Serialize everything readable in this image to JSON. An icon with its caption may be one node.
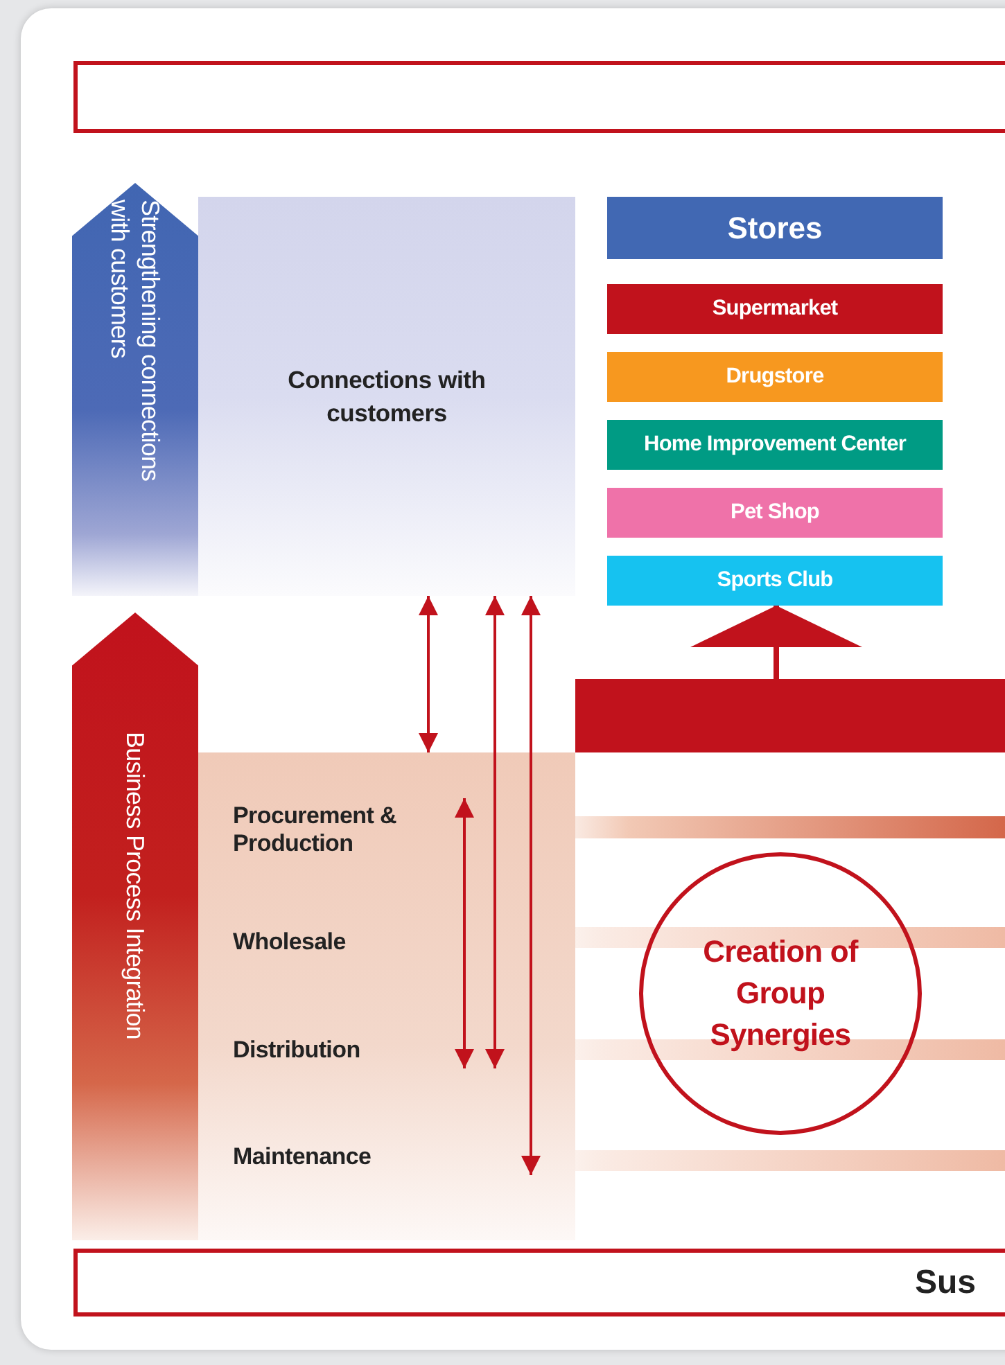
{
  "diagram": {
    "nodes": [
      {
        "text": [],
        "shape": "box"
      },
      {
        "text": [
          "Strengthening connections with customers"
        ]
      },
      {
        "text": [
          "Connections with customers"
        ]
      },
      {
        "text": [
          "Stores"
        ]
      },
      {
        "text": [
          "Supermarket"
        ]
      },
      {
        "text": [
          "Drugstore"
        ]
      },
      {
        "text": [
          "Home Improvement Center"
        ]
      },
      {
        "text": [
          "Pet Shop"
        ]
      },
      {
        "text": [
          "Sports Club"
        ]
      },
      {
        "text": [
          "Business Process Integration"
        ]
      },
      {
        "text": [],
        "shape": "box"
      },
      {
        "text": [
          "Procurement & Production"
        ],
        "in": 10
      },
      {
        "text": [
          "Wholesale"
        ],
        "in": 10
      },
      {
        "text": [
          "Distribution"
        ],
        "in": 10
      },
      {
        "text": [
          "Maintenance"
        ],
        "in": 10
      },
      {
        "text": [],
        "shape": "bar"
      },
      {
        "text": [
          "Creation of Group Synergies"
        ]
      },
      {
        "text": [
          "Sus"
        ]
      }
    ],
    "edges": [
      {
        "from": 2,
        "to": 10,
        "arrow": "both"
      },
      {
        "from": 2,
        "to": 10,
        "arrow": "both"
      },
      {
        "from": 2,
        "to": 10,
        "arrow": "both"
      },
      {
        "from": 11,
        "to": 13,
        "arrow": "both"
      },
      {
        "from": 15,
        "to": 8,
        "arrow": "to",
        "style": "thick"
      }
    ]
  }
}
